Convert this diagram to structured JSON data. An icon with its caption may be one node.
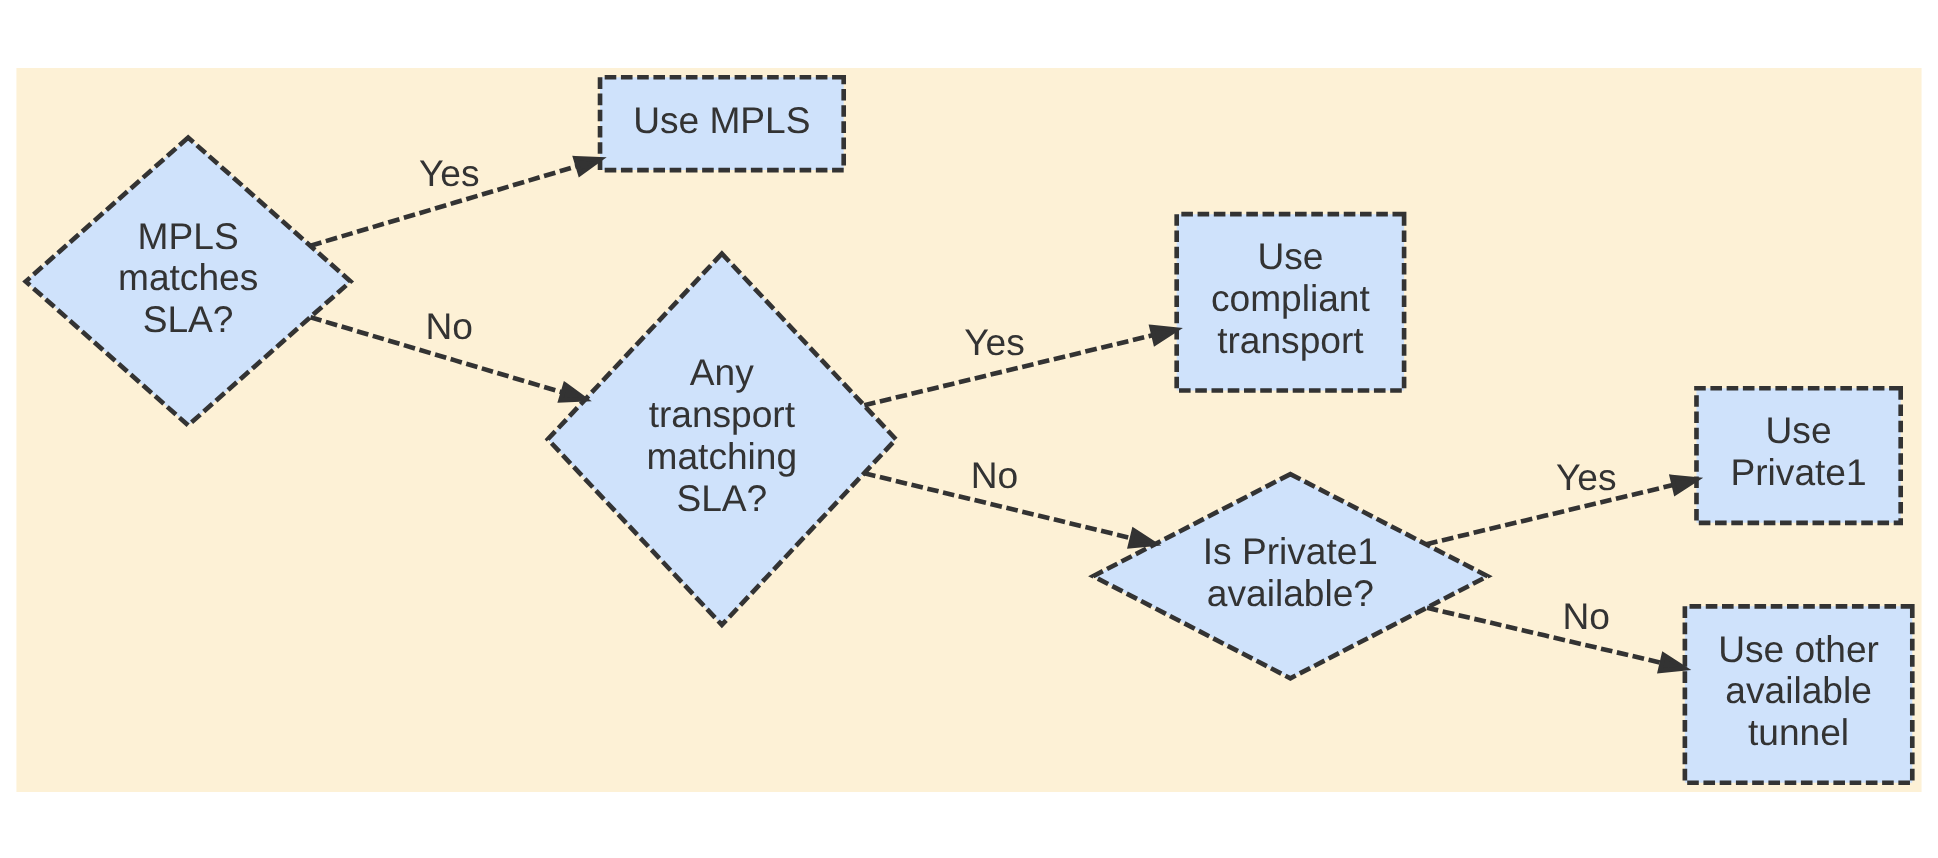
{
  "diagram": {
    "nodes": [
      {
        "text": [
          "MPLS matches SLA?"
        ]
      },
      {
        "text": [
          "Use MPLS"
        ]
      },
      {
        "text": [
          "Any transport matching SLA?"
        ]
      },
      {
        "text": [
          "Use compliant transport"
        ]
      },
      {
        "text": [
          "Is Private1 available?"
        ]
      },
      {
        "text": [
          "Use Private1"
        ]
      },
      {
        "text": [
          "Use other available tunnel"
        ]
      }
    ],
    "edges": [
      {
        "from": 0,
        "to": 1,
        "arrow": "to",
        "label": "Yes"
      },
      {
        "from": 0,
        "to": 2,
        "arrow": "to",
        "label": "No"
      },
      {
        "from": 2,
        "to": 3,
        "arrow": "to",
        "label": "Yes"
      },
      {
        "from": 2,
        "to": 4,
        "arrow": "to",
        "label": "No"
      },
      {
        "from": 4,
        "to": 5,
        "arrow": "to",
        "label": "Yes"
      },
      {
        "from": 4,
        "to": 6,
        "arrow": "to",
        "label": "No"
      }
    ]
  }
}
